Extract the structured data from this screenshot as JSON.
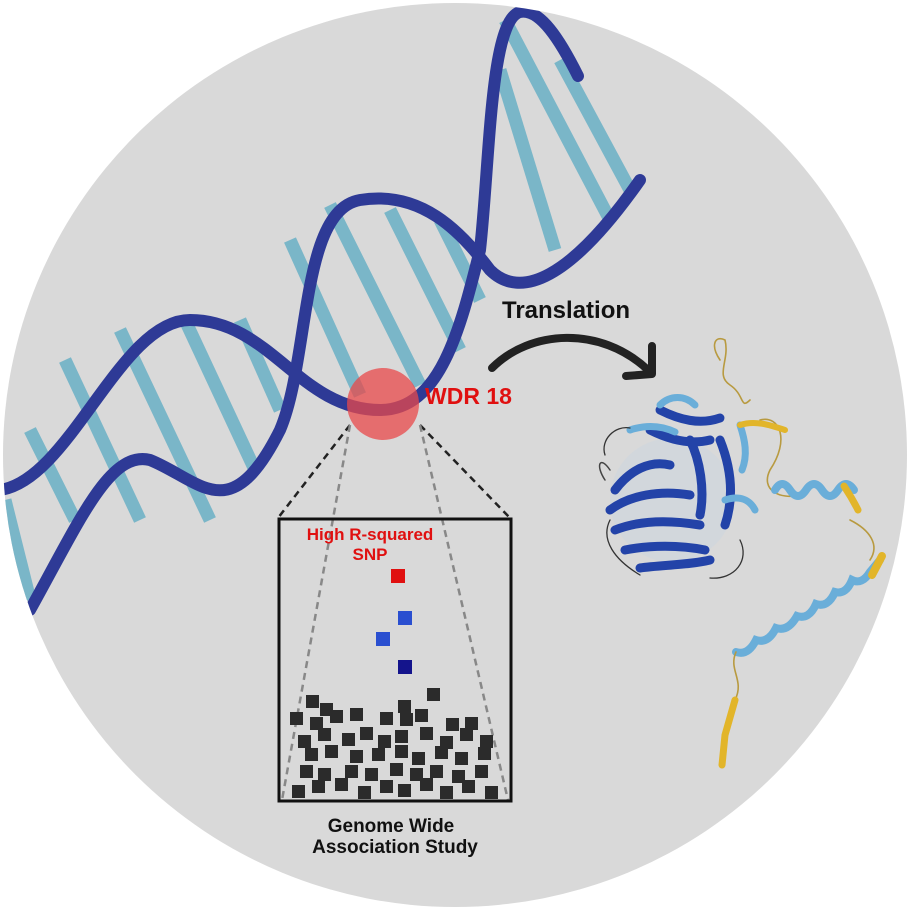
{
  "labels": {
    "gene": "WDR 18",
    "translation": "Translation",
    "snp_line1": "High R-squared",
    "snp_line2": "SNP",
    "gwas_line1": "Genome Wide",
    "gwas_line2": "Association Study"
  },
  "colors": {
    "background_circle": "#d9d9d9",
    "dna_backbone": "#2e3a96",
    "dna_rungs": "#7ab6c8",
    "highlight": "#e8484a",
    "gene_label": "#e01010",
    "snp_red": "#e01010",
    "snp_blue": "#2a4fd0",
    "snp_navy": "#14148c",
    "gwas_points": "#2b2b2b",
    "protein_blue": "#2343a8",
    "protein_lightblue": "#6aaed9",
    "protein_yellow": "#e2b52a"
  },
  "icons": [
    "dna-helix",
    "protein-structure",
    "arrow-icon"
  ]
}
